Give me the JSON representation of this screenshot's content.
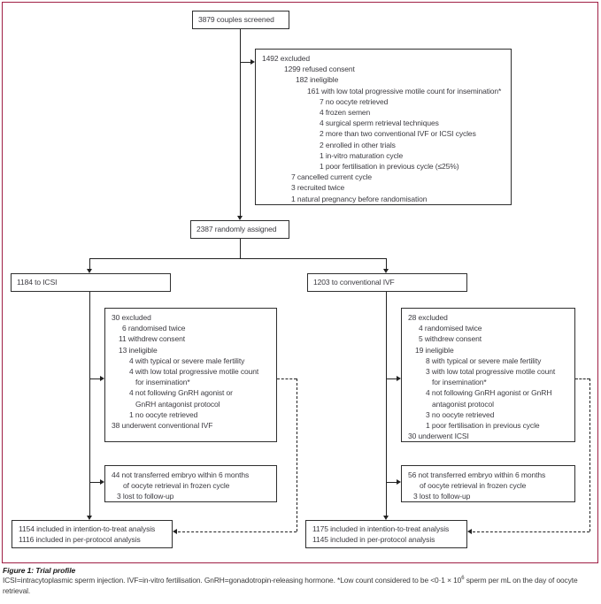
{
  "figure": {
    "caption_label": "Figure 1: Trial profile",
    "footnote_part1": "ICSI=intracytoplasmic sperm injection. IVF=in-vitro fertilisation. GnRH=gonadotropin-releasing hormone. *Low count considered to be <0·1 × 10",
    "footnote_sup": "6",
    "footnote_part2": " sperm per mL on the day of oocyte retrieval.",
    "border_color": "#A01F45"
  },
  "boxes": {
    "screened": "3879 couples screened",
    "randomized": "2387 randomly assigned",
    "icsi_arm": "1184 to ICSI",
    "ivf_arm": "1203 to conventional IVF",
    "excluded_main": [
      "1492 excluded",
      "1299 refused consent",
      "182 ineligible",
      "161 with low total progressive motile count for insemination*",
      "7 no oocyte retrieved",
      "4 frozen semen",
      "4 surgical sperm retrieval techniques",
      "2 more than two conventional IVF or ICSI cycles",
      "2 enrolled in other trials",
      "1 in-vitro maturation cycle",
      "1 poor fertilisation in previous cycle (≤25%)",
      "7 cancelled current cycle",
      "3 recruited twice",
      "1 natural pregnancy before randomisation"
    ],
    "icsi_excluded": [
      "30 excluded",
      "6 randomised twice",
      "11 withdrew consent",
      "13 ineligible",
      "4 with typical or severe male fertility",
      "4 with low total progressive motile count",
      "for insemination*",
      "4 not following GnRH agonist or",
      "GnRH antagonist protocol",
      "1 no oocyte retrieved",
      "38 underwent conventional IVF"
    ],
    "ivf_excluded": [
      "28 excluded",
      "4 randomised twice",
      "5 withdrew consent",
      "19 ineligible",
      "8 with typical or severe male fertility",
      "3 with low total progressive motile count",
      "for insemination*",
      "4 not following GnRH agonist or GnRH",
      "antagonist protocol",
      "3 no oocyte retrieved",
      "1 poor fertilisation in previous cycle",
      "30 underwent ICSI"
    ],
    "icsi_not_transferred": [
      "44 not transferred embryo within 6 months",
      "of oocyte retrieval in frozen cycle",
      "3 lost to follow-up"
    ],
    "ivf_not_transferred": [
      "56 not transferred embryo within 6 months",
      "of oocyte retrieval in frozen cycle",
      "3 lost to follow-up"
    ],
    "icsi_analysis": [
      "1154 included in intention-to-treat analysis",
      "1116 included in per-protocol analysis"
    ],
    "ivf_analysis": [
      "1175 included in intention-to-treat analysis",
      "1145 included in per-protocol analysis"
    ]
  }
}
